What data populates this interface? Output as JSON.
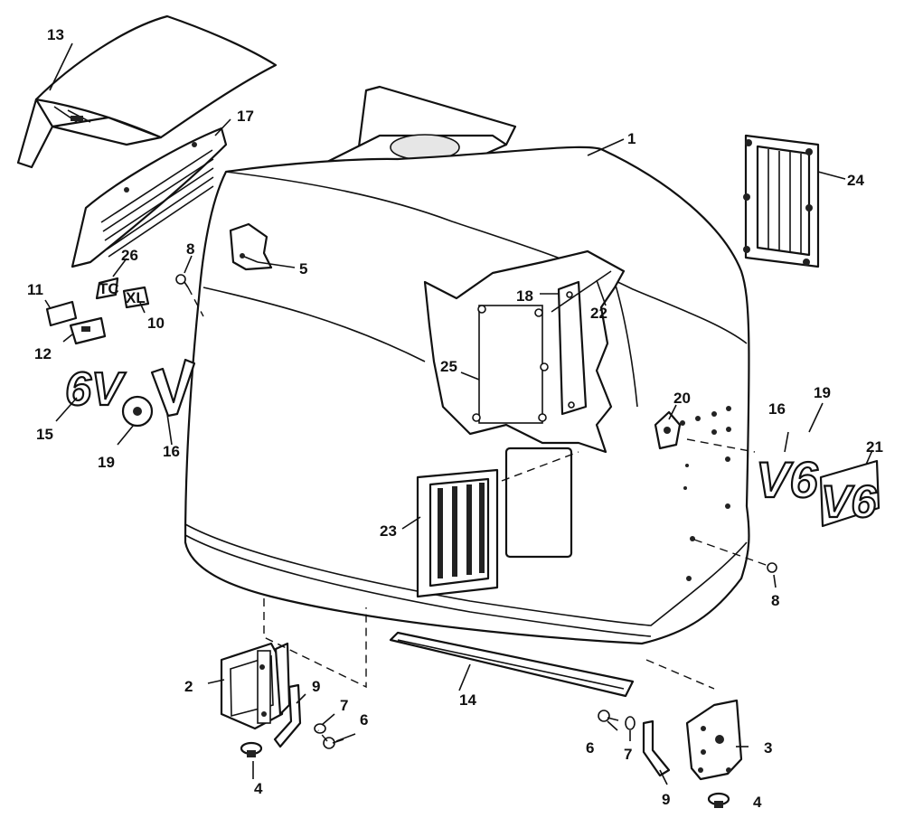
{
  "diagram": {
    "callouts": [
      {
        "id": "c1",
        "text": "1"
      },
      {
        "id": "c2",
        "text": "2"
      },
      {
        "id": "c3",
        "text": "3"
      },
      {
        "id": "c4a",
        "text": "4"
      },
      {
        "id": "c4b",
        "text": "4"
      },
      {
        "id": "c5",
        "text": "5"
      },
      {
        "id": "c6a",
        "text": "6"
      },
      {
        "id": "c6b",
        "text": "6"
      },
      {
        "id": "c7a",
        "text": "7"
      },
      {
        "id": "c7b",
        "text": "7"
      },
      {
        "id": "c8a",
        "text": "8"
      },
      {
        "id": "c8b",
        "text": "8"
      },
      {
        "id": "c9a",
        "text": "9"
      },
      {
        "id": "c9b",
        "text": "9"
      },
      {
        "id": "c10",
        "text": "10"
      },
      {
        "id": "c11",
        "text": "11"
      },
      {
        "id": "c12",
        "text": "12"
      },
      {
        "id": "c13",
        "text": "13"
      },
      {
        "id": "c14",
        "text": "14"
      },
      {
        "id": "c15",
        "text": "15"
      },
      {
        "id": "c16a",
        "text": "16"
      },
      {
        "id": "c16b",
        "text": "16"
      },
      {
        "id": "c17",
        "text": "17"
      },
      {
        "id": "c18",
        "text": "18"
      },
      {
        "id": "c19a",
        "text": "19"
      },
      {
        "id": "c19b",
        "text": "19"
      },
      {
        "id": "c20",
        "text": "20"
      },
      {
        "id": "c21",
        "text": "21"
      },
      {
        "id": "c22",
        "text": "22"
      },
      {
        "id": "c23",
        "text": "23"
      },
      {
        "id": "c24",
        "text": "24"
      },
      {
        "id": "c25",
        "text": "25"
      },
      {
        "id": "c26",
        "text": "26"
      }
    ],
    "decal_text": {
      "v6_badge": "V6",
      "v6_badge_outline": "V6",
      "six_v_large": "6V",
      "tc_decal": "TC",
      "xl_decal": "XL"
    }
  }
}
